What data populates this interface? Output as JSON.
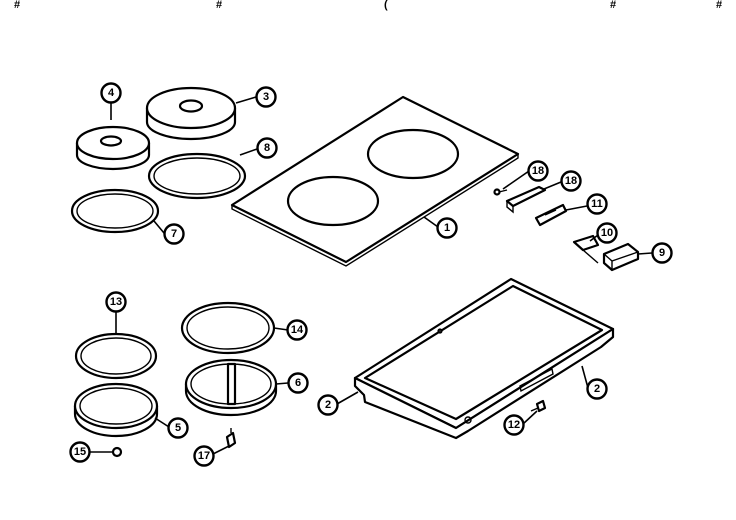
{
  "callouts": {
    "c4": "4",
    "c3": "3",
    "c6a": "8",
    "c7": "7",
    "c1": "1",
    "c18a": "18",
    "c18b": "18",
    "c11": "11",
    "c10": "10",
    "c9": "9",
    "c13": "13",
    "c14": "14",
    "c6b": "6",
    "c5": "5",
    "c15": "15",
    "c17": "17",
    "c2a": "2",
    "c2b": "2",
    "c12": "12"
  },
  "top_edge_fragments": [
    "#",
    "#",
    "(",
    "#",
    "#"
  ]
}
